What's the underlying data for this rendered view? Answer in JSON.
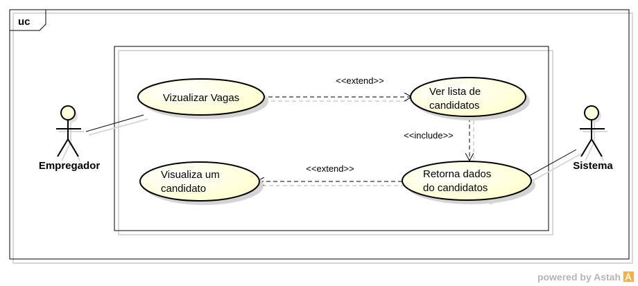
{
  "frame": {
    "label": "uc"
  },
  "actors": {
    "empregador": "Empregador",
    "sistema": "Sistema"
  },
  "use_cases": {
    "vizualizar_vagas": "Vizualizar Vagas",
    "ver_lista": [
      "Ver lista de",
      "candidatos"
    ],
    "visualiza_um": [
      "Visualiza um",
      "candidato"
    ],
    "retorna_dados": [
      "Retorna dados",
      "do candidatos"
    ]
  },
  "relations": {
    "extend_top": "<<extend>>",
    "include": "<<include>>",
    "extend_bottom": "<<extend>>"
  },
  "footer": {
    "powered_by": "powered by Astah"
  },
  "colors": {
    "use_case_fill": "#ffffdd",
    "line": "#000000",
    "shadow": "#d0d0d0",
    "watermark": "#b5b5b5",
    "logo": "#f0a030"
  }
}
